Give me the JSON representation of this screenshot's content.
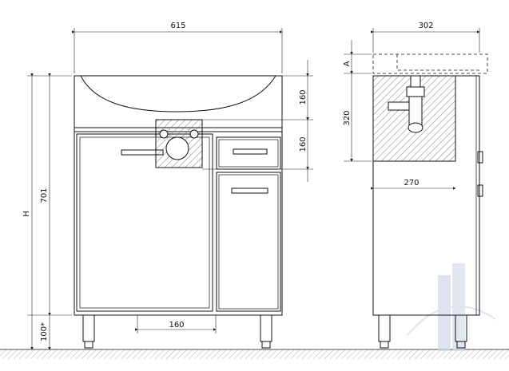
{
  "dimensions": {
    "total_width": "615",
    "side_depth": "302",
    "basin_top_height": "160",
    "hatch_zone_height": "160",
    "pipe_spacing": "160",
    "overall_height": "701",
    "leg_height": "100*",
    "height_symbol": "H",
    "basin_thickness_symbol": "A",
    "siphon_zone_height": "320",
    "cabinet_depth": "270"
  },
  "colors": {
    "line": "#111111",
    "hatch": "#555555",
    "floor_hatch": "#9a9a9a",
    "watermark": "#cfd9e8"
  }
}
